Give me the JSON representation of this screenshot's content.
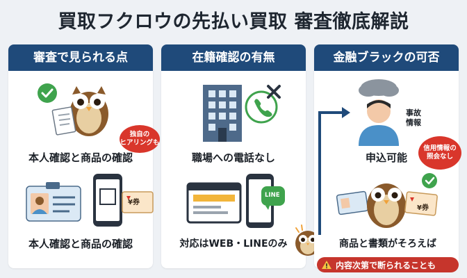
{
  "title": "買取フクロウの先払い買取 審査徹底解説",
  "panels": [
    {
      "header": "審査で見られる点",
      "label_top": "本人確認と商品の確認",
      "label_bottom": "本人確認と商品の確認",
      "bubble": "独自の\nヒアリングも",
      "card_price": "¥券"
    },
    {
      "header": "在籍確認の有無",
      "label_top": "職場への電話なし",
      "label_bottom": "対応はWEB・LINEのみ",
      "line_badge": "LINE"
    },
    {
      "header": "金融ブラックの可否",
      "accident_info": "事故\n情報",
      "label_top": "申込可能",
      "bubble": "信用情報の\n照会なし",
      "label_bottom": "商品と書類がそろえば",
      "card_price": "¥券"
    }
  ],
  "warning": "内容次第で断られることも",
  "colors": {
    "header_bg": "#1f4a7a",
    "accent_red": "#d9362b",
    "check_green": "#3fa34d",
    "page_bg": "#eef1f5"
  }
}
